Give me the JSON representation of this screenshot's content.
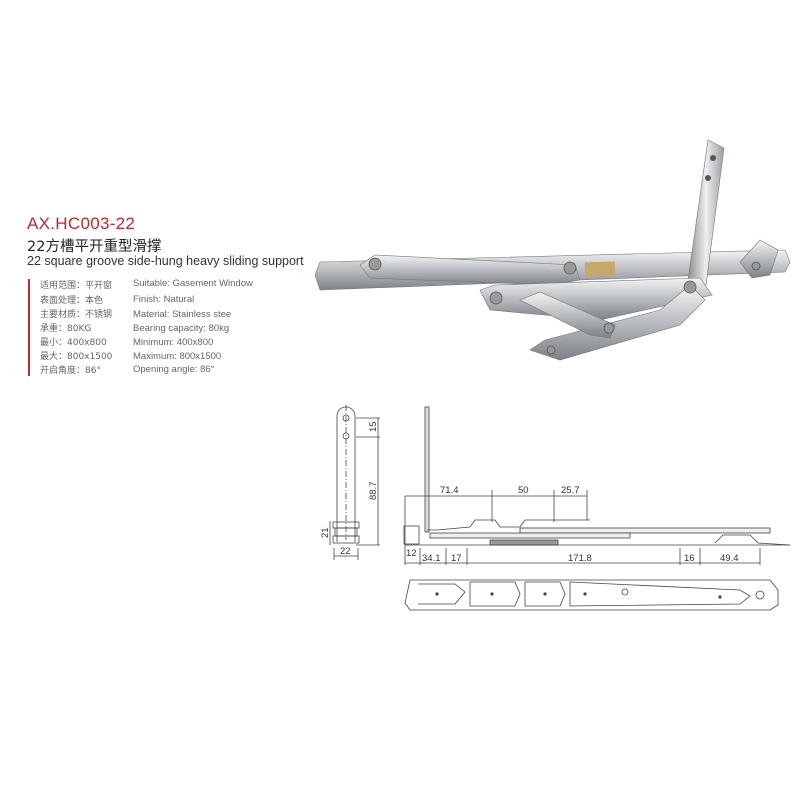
{
  "product": {
    "model": "AX.HC003-22",
    "title_cn": "22方槽平开重型滑撑",
    "title_en": "22 square groove side-hung heavy sliding support"
  },
  "specs_cn": [
    "适用范围：平开窗",
    "表面处理：本色",
    "主要材质：不锈钢",
    "承重：80KG",
    "最小：400x800",
    "最大：800x1500",
    "开启角度：86°"
  ],
  "specs_en": [
    "Suitable: Gasement Window",
    "Finish: Natural",
    "Material: Stainless stee",
    "Bearing capacity: 80kg",
    "Minimum: 400x800",
    "Maximum: 800x1500",
    "Opening angle: 86°"
  ],
  "dimensions": {
    "side_15": "15",
    "side_88_7": "88.7",
    "side_21": "21",
    "side_22": "22",
    "top_71_4": "71.4",
    "top_50": "50",
    "top_25_7": "25.7",
    "bot_12": "12",
    "bot_34_1": "34.1",
    "bot_17": "17",
    "bot_171_8": "171.8",
    "bot_16": "16",
    "bot_49_4": "49.4"
  },
  "colors": {
    "accent": "#c3262e",
    "text": "#666666"
  }
}
